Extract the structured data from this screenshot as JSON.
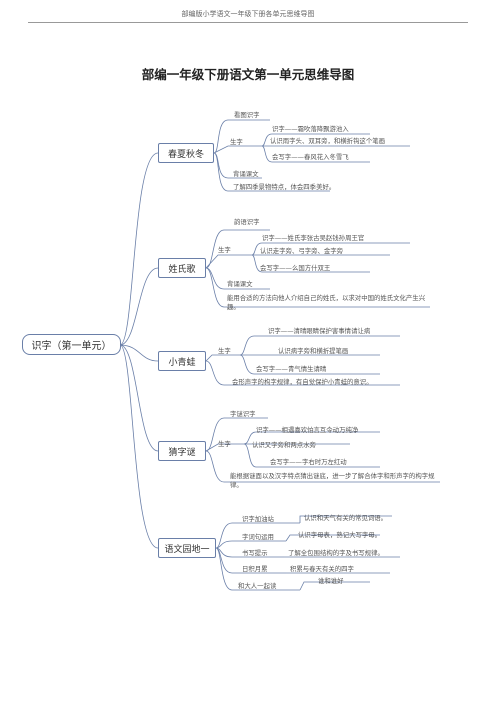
{
  "header": "部编版小学语文一年级下册各单元思维导图",
  "title": "部编一年级下册语文第一单元思维导图",
  "root": "识字（第一单元）",
  "lessons": [
    {
      "name": "春夏秋冬",
      "top": "看图识字",
      "shengzi_label": "生字",
      "shengzi": [
        "识字——霜吹落降飘游池入",
        "认识雨字头、双耳旁，和横折钩这个笔画",
        "会写字——春风花入冬雪飞"
      ],
      "after": [
        "背诵课文",
        "了解四季景物特点，体会四季美好。"
      ]
    },
    {
      "name": "姓氏歌",
      "top": "韵语识字",
      "shengzi_label": "生字",
      "shengzi": [
        "识字——姓氏李张古吴赵钱孙周王官",
        "认识走字旁、弓字旁、金字旁",
        "会写字——么国方什双王"
      ],
      "after": [
        "背诵课文",
        "能用合适的方法向他人介绍自己的姓氏，以求对中国的姓氏文化产生兴趣。"
      ]
    },
    {
      "name": "小青蛙",
      "top": "",
      "shengzi_label": "生字",
      "shengzi": [
        "识字——清晴眼睛保护害事情请让病",
        "认识病字旁和横折提笔画",
        "会写字——青气情生请晴"
      ],
      "after": [
        "会形声字的构字规律，有自觉保护小青蛙的意识。"
      ]
    },
    {
      "name": "猜字谜",
      "top": "字谜识字",
      "shengzi_label": "生字",
      "shengzi": [
        "识字——相遇喜欢怕言互令动万纯净",
        "认识又字旁和两点水旁",
        "会写字——字右时万左红动"
      ],
      "after": [
        "能根据谜面以及汉字特点猜出谜底，进一步了解合体字和形声字的构字规律。"
      ]
    },
    {
      "name": "语文园地一",
      "items": [
        {
          "label": "识字加油站",
          "detail": "认识和天气有关的常见词语。"
        },
        {
          "label": "字词句运用",
          "detail": "认识字母表，熟记大写字母。"
        },
        {
          "label": "书写提示",
          "detail": "了解全包围结构的字及书写规律。"
        },
        {
          "label": "日积月累",
          "detail": "积累与春天有关的四字"
        },
        {
          "label": "和大人一起读",
          "detail": "谁和谁好"
        }
      ]
    }
  ],
  "colors": {
    "branch": "#6a7fa8",
    "box_border": "#6a7fa8"
  }
}
